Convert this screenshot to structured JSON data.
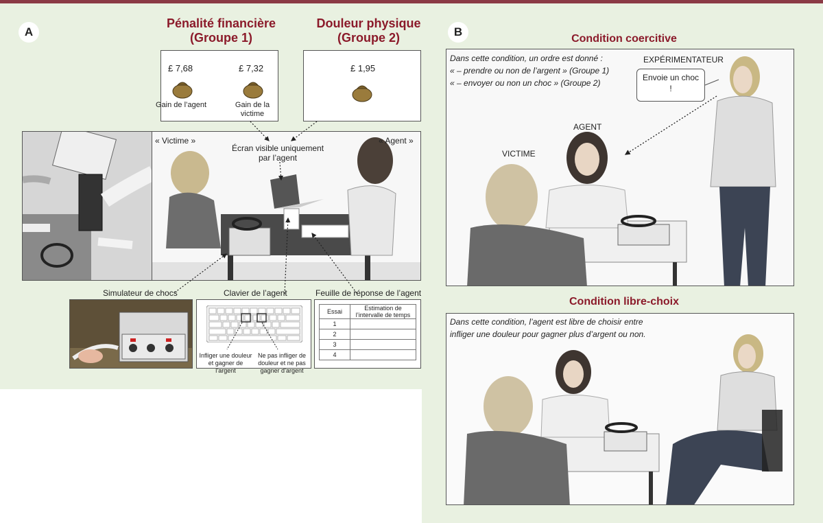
{
  "panelA": {
    "letter": "A",
    "group1_title": "Pénalité financière",
    "group1_sub": "(Groupe 1)",
    "group2_title": "Douleur physique",
    "group2_sub": "(Groupe 2)",
    "agent_gain_amount": "£ 7,68",
    "victim_gain_amount": "£ 7,32",
    "group2_amount": "£ 1,95",
    "agent_gain_label": "Gain de l’agent",
    "victim_gain_label": "Gain de la victime",
    "victime_label": "« Victime »",
    "agent_label": "« Agent »",
    "screen_label": "Écran visible uniquement par l’agent",
    "shock_sim_label": "Simulateur de chocs",
    "keyboard_label": "Clavier de l’agent",
    "sheet_label": "Feuille de réponse de l’agent",
    "key_left_label": "Infliger une douleur et gagner de l’argent",
    "key_right_label": "Ne pas infliger de douleur et ne pas gagner d’argent",
    "sheet_headers": [
      "Essai",
      "Estimation de l’intervalle de temps"
    ],
    "sheet_rows": [
      "1",
      "2",
      "3",
      "4"
    ]
  },
  "panelB": {
    "letter": "B",
    "coercive_title": "Condition coercitive",
    "coercive_text_1": "Dans cette condition, un ordre est donné :",
    "coercive_text_2": "« – prendre ou non de l’argent » (Groupe 1)",
    "coercive_text_3": "« – envoyer ou non un choc » (Groupe 2)",
    "experimenter_label": "EXPÉRIMENTATEUR",
    "bubble_text": "Envoie un choc !",
    "agent_label": "AGENT",
    "victim_label": "VICTIME",
    "free_title": "Condition libre-choix",
    "free_text_1": "Dans cette condition, l’agent est libre de choisir entre",
    "free_text_2": "infliger une douleur pour gagner plus d’argent ou non."
  }
}
